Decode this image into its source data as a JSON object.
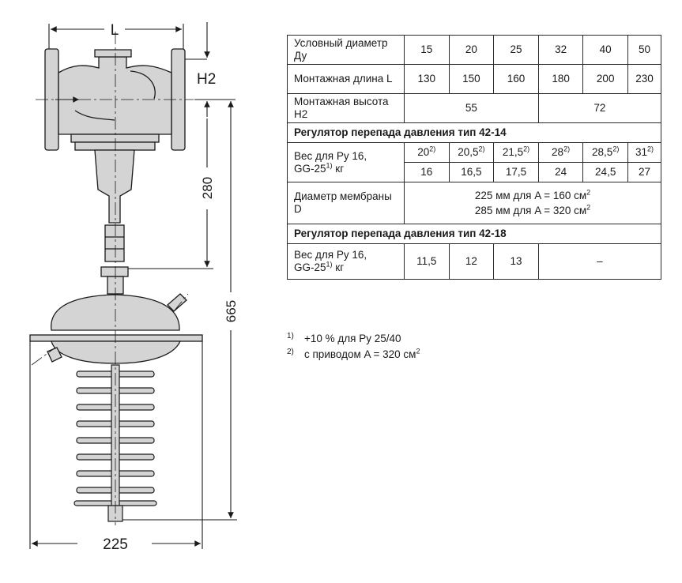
{
  "drawing": {
    "dim_L": "L",
    "dim_H2": "H2",
    "dim_280": "280",
    "dim_665": "665",
    "dim_225": "225"
  },
  "table": {
    "row_dn": {
      "label": "Условный диаметр Ду",
      "values": [
        "15",
        "20",
        "25",
        "32",
        "40",
        "50"
      ]
    },
    "row_L": {
      "label": "Монтажная длина L",
      "values": [
        "130",
        "150",
        "160",
        "180",
        "200",
        "230"
      ]
    },
    "row_H2": {
      "label": "Монтажная высота H2",
      "values": [
        "55",
        "72"
      ]
    },
    "section1": "Регулятор перепада давления тип 42-14",
    "row_weight1": {
      "label_a": "Вес для Ру 16,",
      "label_b": "GG-25",
      "label_sup": "1)",
      "label_c": " кг",
      "values_a": [
        "20",
        "20,5",
        "21,5",
        "28",
        "28,5",
        "31"
      ],
      "values_a_sup": "2)",
      "values_b": [
        "16",
        "16,5",
        "17,5",
        "24",
        "24,5",
        "27"
      ]
    },
    "row_membrane": {
      "label": "Диаметр мембраны D",
      "line1_a": "225 мм для A = 160 см",
      "line2_a": "285 мм для A = 320 см",
      "sq": "2"
    },
    "section2": "Регулятор перепада давления тип 42-18",
    "row_weight2": {
      "label_a": "Вес для Ру 16,",
      "label_b": "GG-25",
      "label_sup": "1)",
      "label_c": " кг",
      "values": [
        "11,5",
        "12",
        "13",
        "–"
      ]
    }
  },
  "footnotes": [
    {
      "mark": "1)",
      "text": "+10 % для Ру 25/40"
    },
    {
      "mark": "2)",
      "text": "с приводом A = 320 см",
      "sup": "2"
    }
  ],
  "colors": {
    "body_fill": "#d4d4d4",
    "line": "#1a1a1a"
  }
}
